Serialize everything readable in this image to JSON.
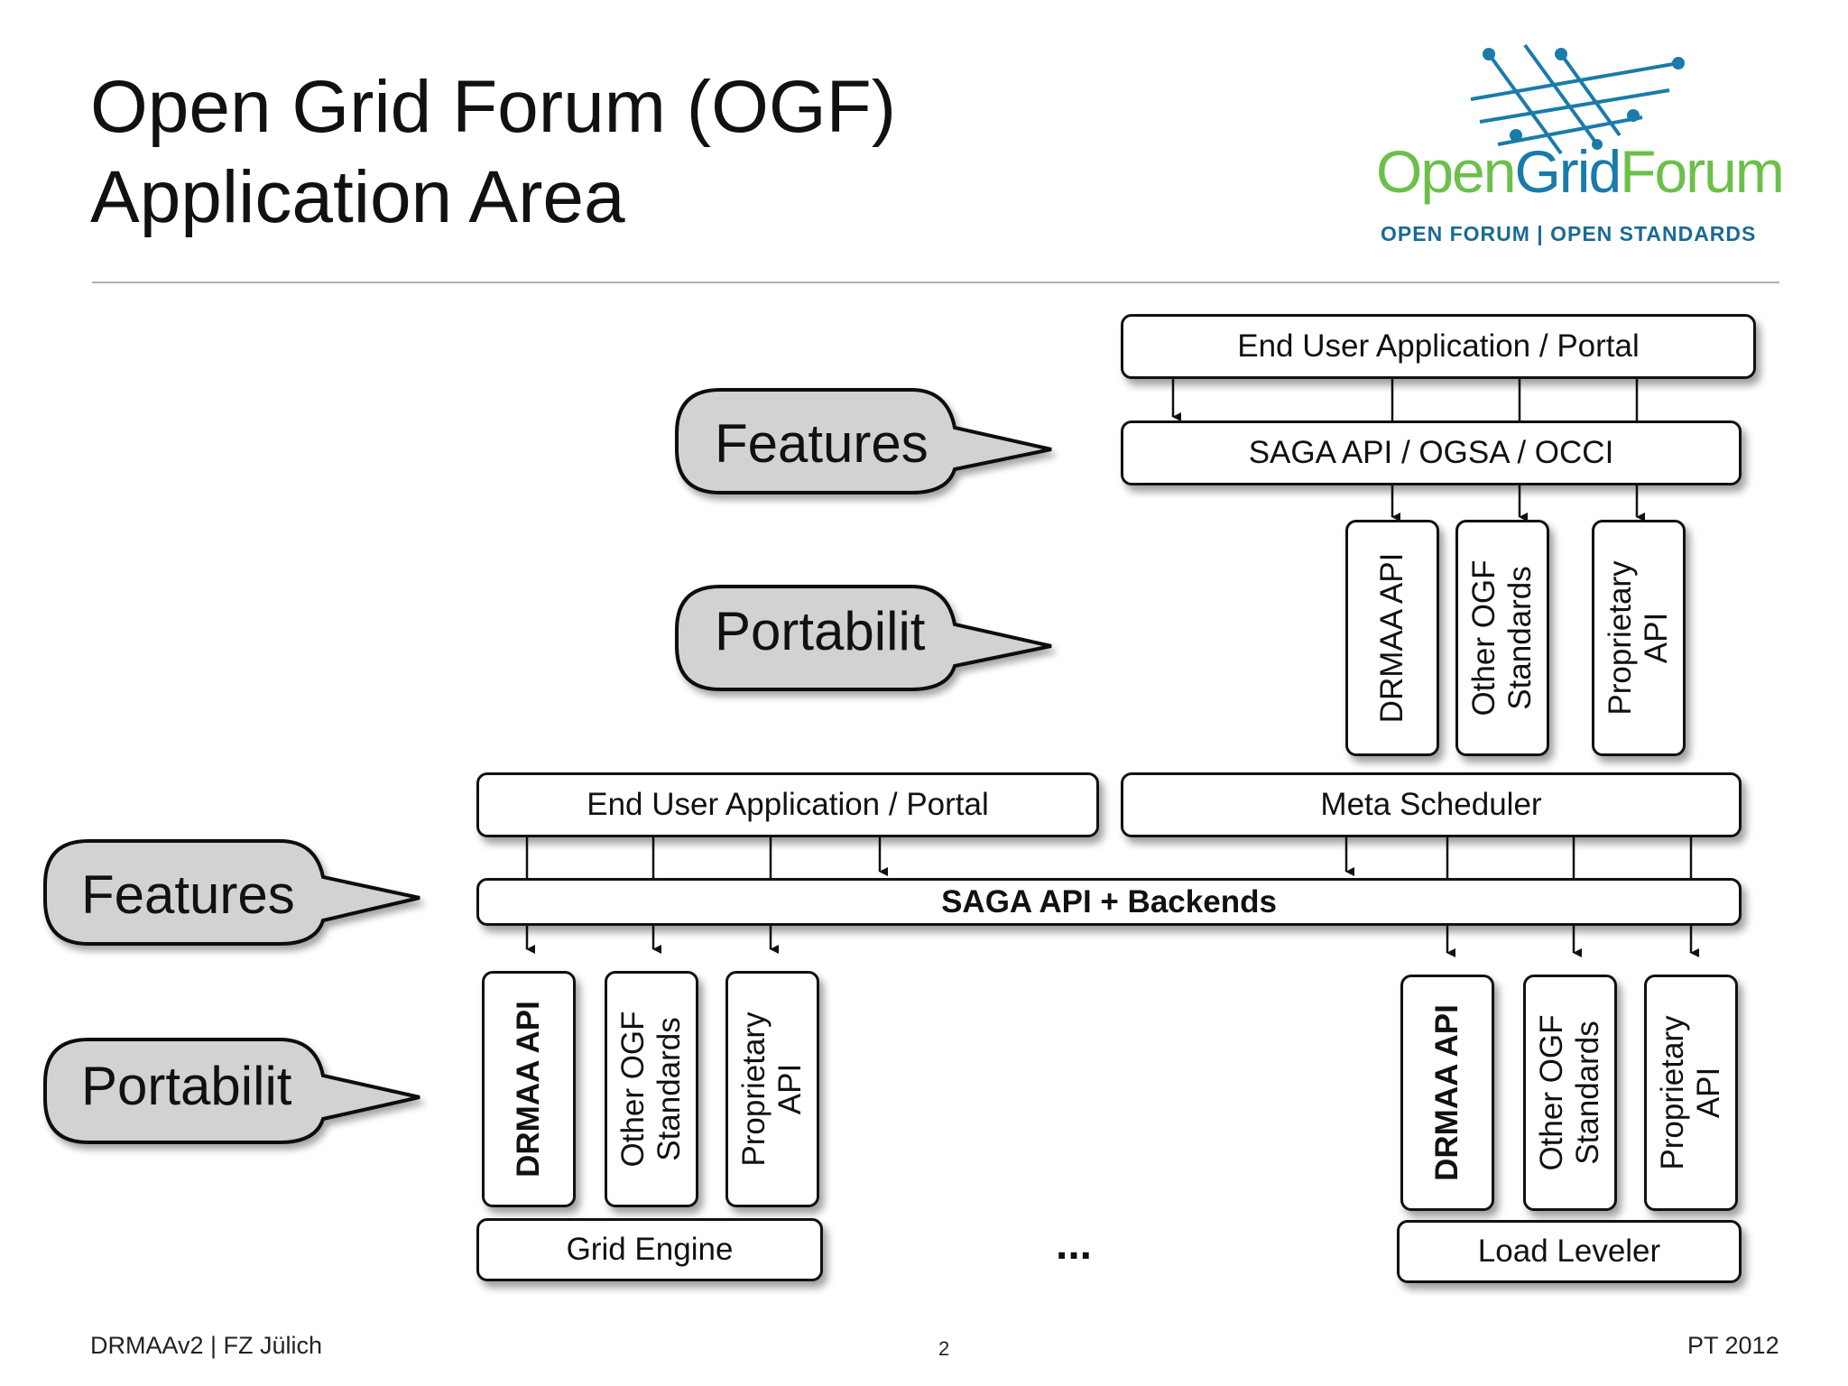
{
  "slide": {
    "title_line1": "Open Grid Forum (OGF)",
    "title_line2": "Application Area"
  },
  "logo": {
    "word_part1": "Open",
    "word_part2": "Grid",
    "word_part3": "Forum",
    "tagline": "OPEN FORUM | OPEN STANDARDS",
    "colors": {
      "green": "#6cc04a",
      "blue": "#1a7bab"
    }
  },
  "callouts": {
    "upper_features": "Features",
    "upper_portability": "Portabilit",
    "lower_features": "Features",
    "lower_portability": "Portabilit",
    "fill_color": "#d2d2d2"
  },
  "upper_stack": {
    "end_user": "End User Application / Portal",
    "saga": "SAGA API / OGSA / OCCI",
    "drmaa": "DRMAA API",
    "other_ogf": "Other OGF\nStandards",
    "proprietary": "Proprietary\nAPI"
  },
  "middle": {
    "end_user": "End User Application / Portal",
    "meta_scheduler": "Meta Scheduler",
    "saga_backends": "SAGA API + Backends"
  },
  "lower_left": {
    "drmaa": "DRMAA API",
    "other_ogf": "Other OGF\nStandards",
    "proprietary": "Proprietary\nAPI",
    "system": "Grid Engine"
  },
  "lower_right": {
    "drmaa": "DRMAA API",
    "other_ogf": "Other OGF\nStandards",
    "proprietary": "Proprietary\nAPI",
    "system": "Load Leveler"
  },
  "ellipsis": "...",
  "footer": {
    "left": "DRMAAv2 | FZ Jülich",
    "page": "2",
    "right": "PT 2012"
  }
}
